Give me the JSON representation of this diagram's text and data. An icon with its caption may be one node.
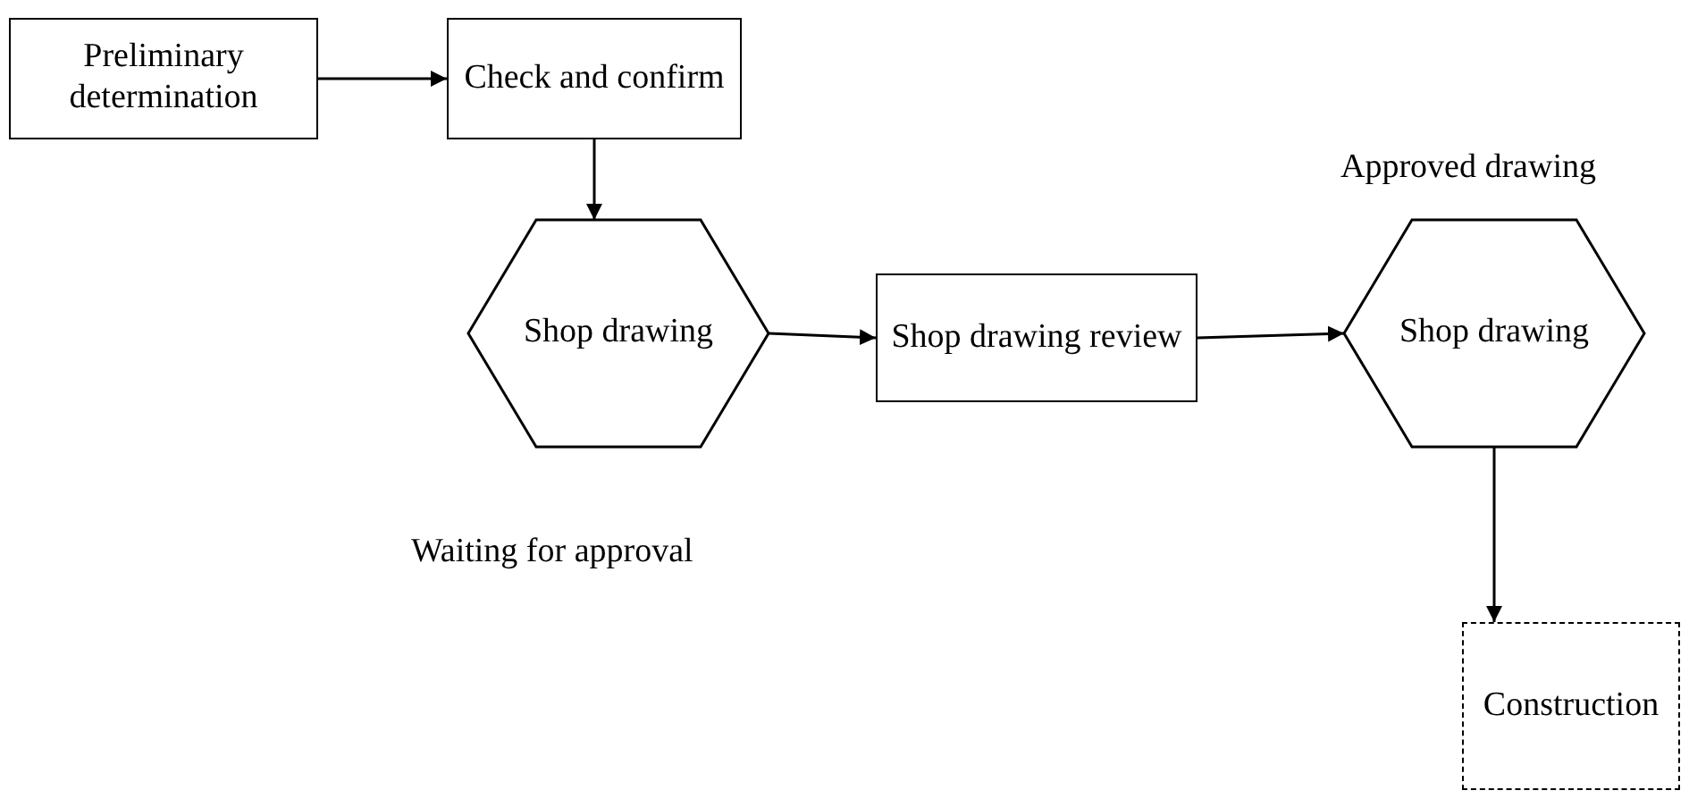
{
  "diagram": {
    "nodes": [
      {
        "text": [
          "Preliminary determination"
        ]
      },
      {
        "text": [
          "Check and confirm"
        ]
      },
      {
        "text": [
          "Shop drawing"
        ],
        "beside": [
          "Waiting for approval"
        ]
      },
      {
        "text": [
          "Shop drawing review"
        ]
      },
      {
        "text": [
          "Shop drawing"
        ],
        "beside": [
          "Approved drawing"
        ]
      },
      {
        "text": [
          "Construction"
        ]
      }
    ],
    "edges": [
      {
        "from": 0,
        "to": 1,
        "arrow": "to"
      },
      {
        "from": 1,
        "to": 2,
        "arrow": "to"
      },
      {
        "from": 2,
        "to": 3,
        "arrow": "to"
      },
      {
        "from": 3,
        "to": 4,
        "arrow": "to"
      },
      {
        "from": 4,
        "to": 5,
        "arrow": "to"
      }
    ]
  }
}
